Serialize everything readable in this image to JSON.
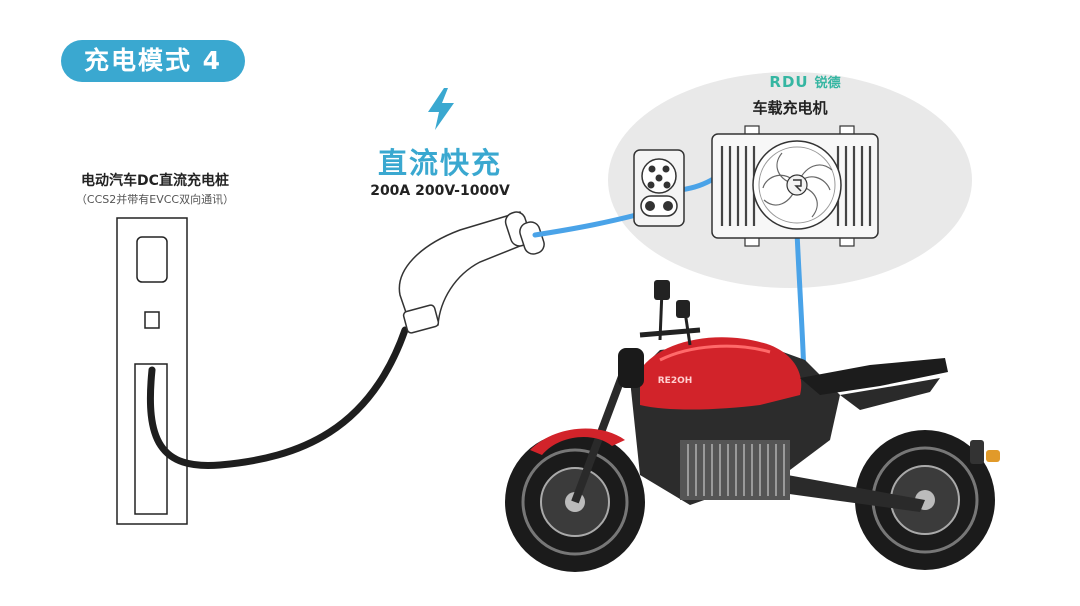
{
  "mode_badge": "充电模式 4",
  "charging_pile": {
    "title": "电动汽车DC直流充电桩",
    "subtitle": "（CCS2并带有EVCC双向通讯）"
  },
  "dc_fast_charge": {
    "title": "直流快充",
    "spec": "200A 200V-1000V"
  },
  "onboard_charger": {
    "brand_logo": "RDU",
    "brand_name": "锐德",
    "title": "车载充电机"
  },
  "motorcycle_logo": "RE2OH",
  "colors": {
    "accent_blue": "#3aa8d0",
    "cable_blue": "#4aa3e8",
    "brand_green": "#35b6a2",
    "bike_red": "#d2232a"
  },
  "icons": [
    "lightning-bolt-icon",
    "ccs2-socket-icon",
    "cooling-fan-icon"
  ]
}
